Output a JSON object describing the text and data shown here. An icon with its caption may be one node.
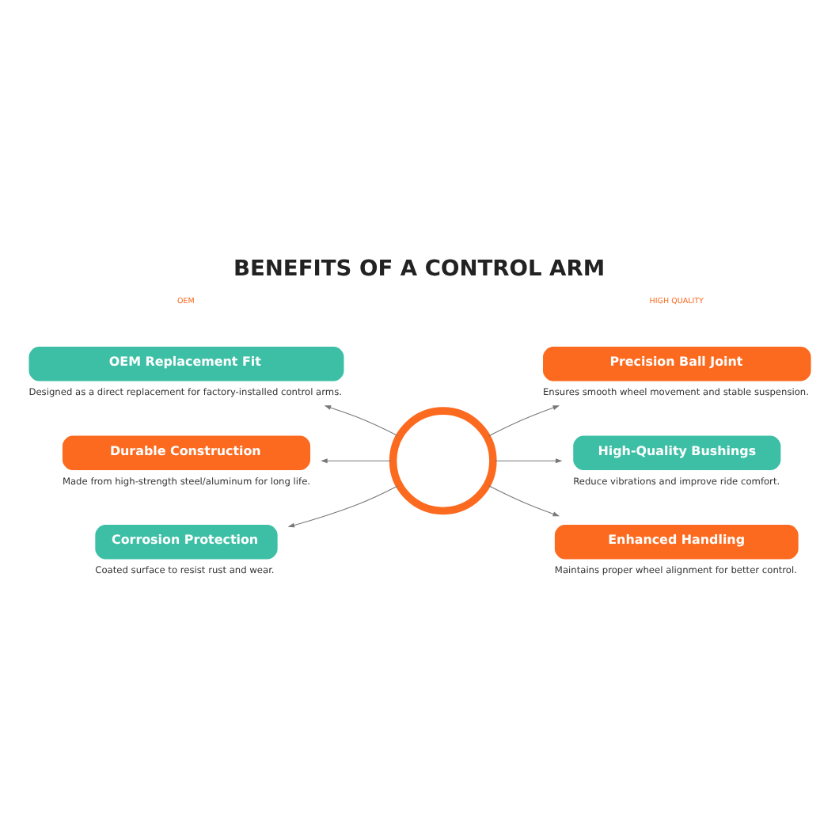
{
  "diagram": {
    "title": "BENEFITS OF A CONTROL ARM",
    "nodes": [
      {
        "text": [],
        "shape": "picture"
      },
      {
        "text": [
          "OEM Replacement Fit"
        ],
        "beside": [
          "Designed as a direct replacement for factory-installed control arms."
        ]
      },
      {
        "text": [
          "Precision Ball Joint"
        ],
        "beside": [
          "Ensures smooth wheel movement and stable suspension."
        ]
      },
      {
        "text": [
          "Durable Construction"
        ],
        "beside": [
          "Made from high-strength steel/aluminum for long life."
        ]
      },
      {
        "text": [
          "High-Quality Bushings"
        ],
        "beside": [
          "Reduce vibrations and improve ride comfort."
        ]
      },
      {
        "text": [
          "Corrosion Protection"
        ],
        "beside": [
          "Coated surface to resist rust and wear."
        ]
      },
      {
        "text": [
          "Enhanced Handling"
        ],
        "beside": [
          "Maintains proper wheel alignment for better control."
        ]
      }
    ],
    "edges": [
      {
        "from": 0,
        "to": 1,
        "arrow": "to"
      },
      {
        "from": 0,
        "to": 2,
        "arrow": "to"
      },
      {
        "from": 0,
        "to": 3,
        "arrow": "to"
      },
      {
        "from": 0,
        "to": 4,
        "arrow": "to"
      },
      {
        "from": 0,
        "to": 5,
        "arrow": "to"
      },
      {
        "from": 0,
        "to": 6,
        "arrow": "to"
      }
    ],
    "labels": [
      "OEM",
      "HIGH QUALITY"
    ]
  }
}
